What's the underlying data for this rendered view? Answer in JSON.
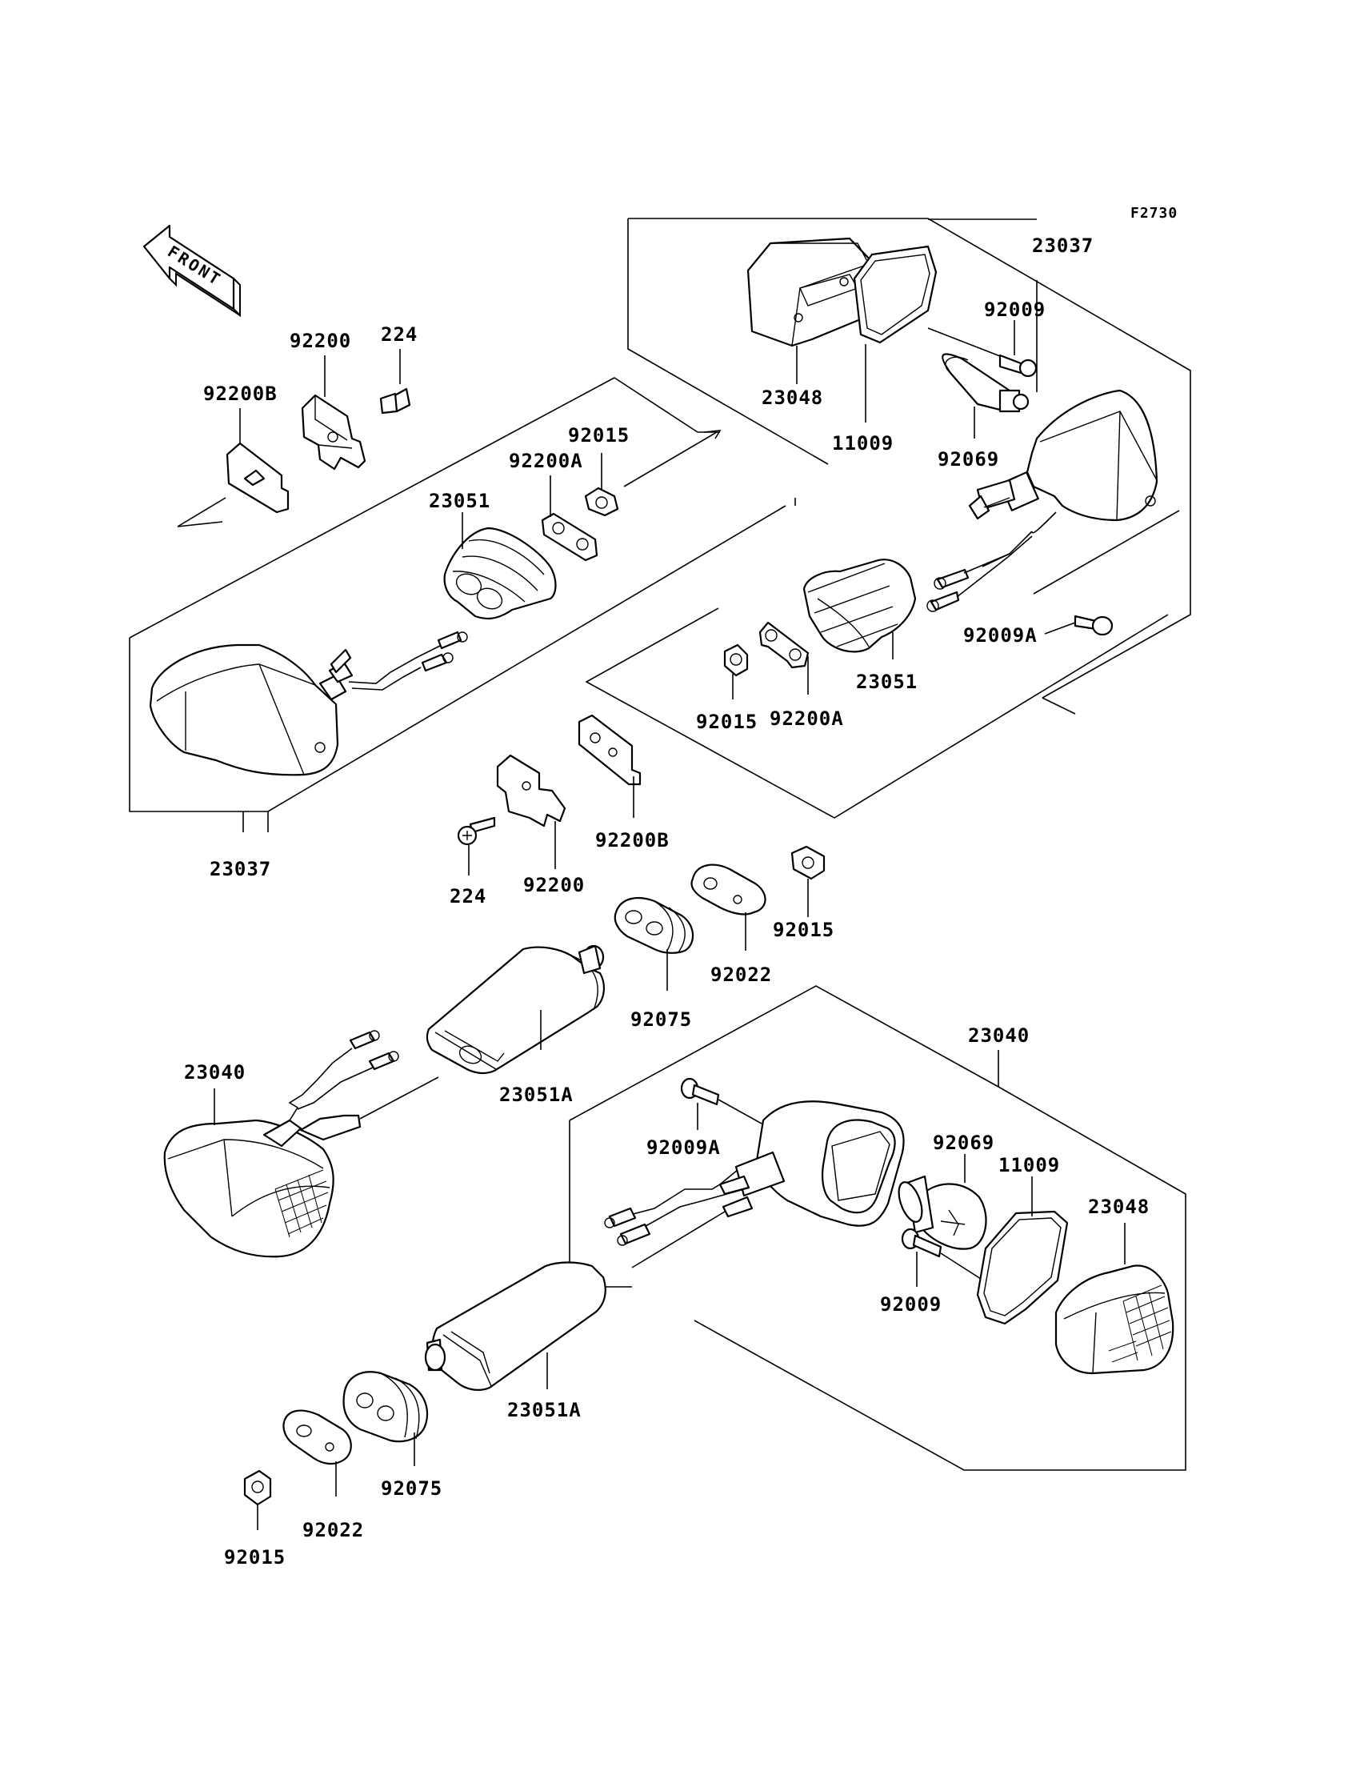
{
  "figure_code": "F2730",
  "front_marker": "FRONT",
  "labels": {
    "rear_right_housing": "23037",
    "rear_right_lens": "23048",
    "rear_right_gasket": "11009",
    "rear_right_screw": "92009",
    "rear_right_bulb": "92069",
    "rear_right_stay_rubber": "23051",
    "rear_right_screw_a": "92009A",
    "rear_right_nut": "92015",
    "rear_right_plate_a": "92200A",
    "rear_left_housing": "23037",
    "rear_left_stay_rubber": "23051",
    "rear_left_plate_a": "92200A",
    "rear_left_nut": "92015",
    "top_bracket": "92200",
    "top_bracket_bolt": "224",
    "top_plate_b": "92200B",
    "mid_plate_b": "92200B",
    "mid_bracket": "92200",
    "mid_bolt": "224",
    "mid_nut": "92015",
    "mid_washer": "92022",
    "mid_damper": "92075",
    "front_left_stay": "23051A",
    "front_left_signal": "23040",
    "front_right_signal": "23040",
    "front_right_screw_a": "92009A",
    "front_right_bulb": "92069",
    "front_right_gasket": "11009",
    "front_right_lens": "23048",
    "front_right_screw": "92009",
    "front_right_stay": "23051A",
    "bottom_damper": "92075",
    "bottom_washer": "92022",
    "bottom_nut": "92015"
  }
}
